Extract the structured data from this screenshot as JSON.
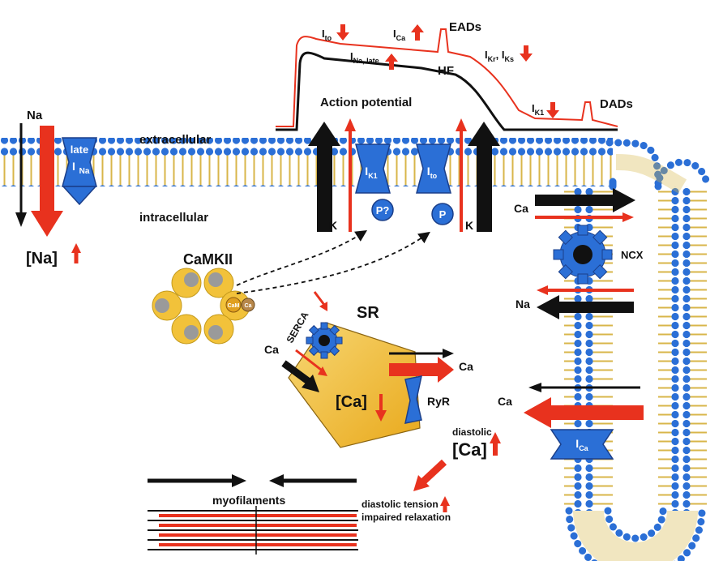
{
  "labels": {
    "na_top": "Na",
    "na_conc": "[Na]",
    "late_ina_1": "late",
    "late_ina_2": "I",
    "late_ina_sub": "Na",
    "extracellular": "extracellular",
    "intracellular": "intracellular",
    "action_potential": "Action potential",
    "ito": "I",
    "ito_sub": "to",
    "ica": "I",
    "ica_sub": "Ca",
    "eads": "EADs",
    "ina_late": "I",
    "ina_late_sub": "Na, late",
    "hf": "HF",
    "ikr": "I",
    "ikr_sub": "Kr",
    "iks_sep": ", I",
    "iks_sub": "Ks",
    "ik1": "I",
    "ik1_sub": "K1",
    "dads": "DADs",
    "ik1_channel": "I",
    "ik1_channel_sub": "K1",
    "ito_channel": "I",
    "ito_channel_sub": "to",
    "p_question": "P?",
    "p": "P",
    "k_left": "K",
    "k_right": "K",
    "camkii": "CaMKII",
    "cam": "CaM",
    "ca_small": "Ca",
    "sr": "SR",
    "serca": "SERCA",
    "ca_in_sr": "Ca",
    "ca_sr_conc": "[Ca]",
    "ryr": "RyR",
    "ca_out_sr": "Ca",
    "ca_ncx": "Ca",
    "ncx": "NCX",
    "na_ncx": "Na",
    "ca_ical": "Ca",
    "ica_channel": "I",
    "ica_channel_sub": "Ca",
    "diastolic": "diastolic",
    "diastolic_ca": "[Ca]",
    "myofilaments": "myofilaments",
    "diastolic_tension": "diastolic tension",
    "impaired_relaxation": "impaired relaxation"
  },
  "colors": {
    "red": "#e8321e",
    "blue": "#2b6fd6",
    "dark_blue": "#1b3f8a",
    "gold": "#f2c23a",
    "lipid_tail": "#d8b64a",
    "black": "#111111",
    "grey": "#9a9a9a"
  }
}
